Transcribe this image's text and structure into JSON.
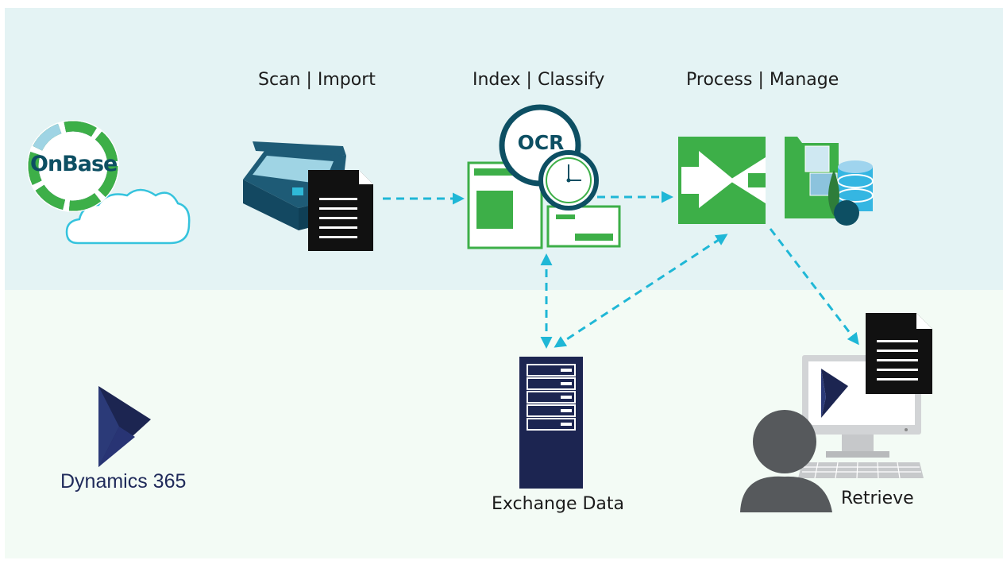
{
  "stages": {
    "scan_import": "Scan | Import",
    "index_classify": "Index | Classify",
    "process_manage": "Process | Manage",
    "exchange_data": "Exchange Data",
    "retrieve": "Retrieve"
  },
  "logos": {
    "onbase": "OnBase",
    "dynamics": "Dynamics 365",
    "ocr": "OCR"
  },
  "colors": {
    "top_band": "#e4f3f4",
    "bottom_band": "#f3fbf5",
    "accent_green": "#3daf48",
    "dark_teal": "#0d4f63",
    "arrow_cyan": "#1fb7d6",
    "navy": "#1c2551"
  },
  "icons": [
    "cloud-icon",
    "scanner-icon",
    "document-icon",
    "ocr-clock-icon",
    "workflow-icon",
    "folder-database-icon",
    "server-icon",
    "computer-user-icon",
    "dynamics-logo-icon"
  ]
}
